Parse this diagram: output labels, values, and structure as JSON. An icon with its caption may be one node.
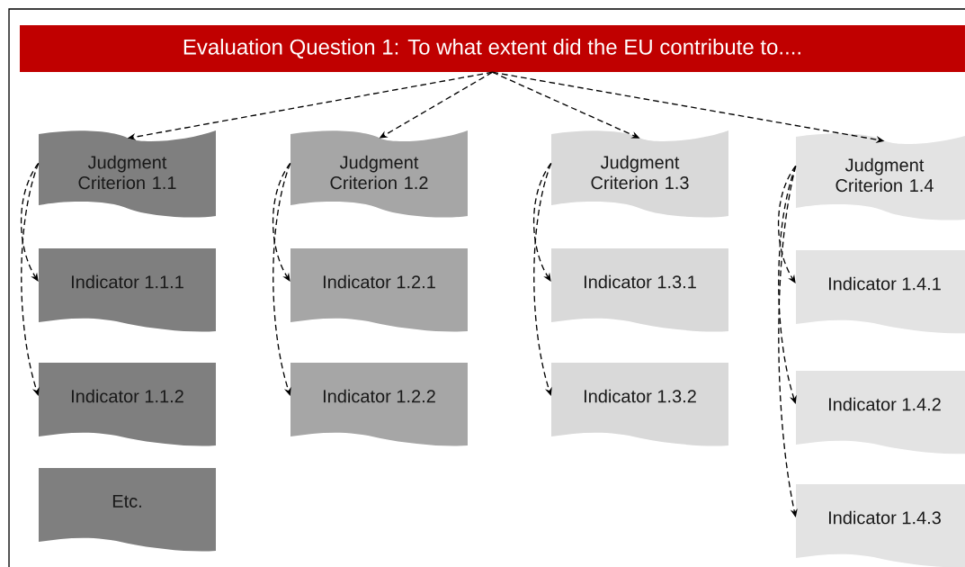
{
  "diagram": {
    "nodes": [
      {
        "text": [
          "Evaluation Question 1: To what extent did the EU contribute to...."
        ]
      },
      {
        "text": [
          "Judgment Criterion 1.1"
        ]
      },
      {
        "text": [
          "Indicator 1.1.1"
        ]
      },
      {
        "text": [
          "Indicator 1.1.2"
        ]
      },
      {
        "text": [
          "Etc."
        ]
      },
      {
        "text": [
          "Judgment Criterion 1.2"
        ]
      },
      {
        "text": [
          "Indicator 1.2.1"
        ]
      },
      {
        "text": [
          "Indicator 1.2.2"
        ]
      },
      {
        "text": [
          "Judgment Criterion 1.3"
        ]
      },
      {
        "text": [
          "Indicator 1.3.1"
        ]
      },
      {
        "text": [
          "Indicator 1.3.2"
        ]
      },
      {
        "text": [
          "Judgment Criterion 1.4"
        ]
      },
      {
        "text": [
          "Indicator 1.4.1"
        ]
      },
      {
        "text": [
          "Indicator 1.4.2"
        ]
      },
      {
        "text": [
          "Indicator 1.4.3"
        ]
      }
    ],
    "edges": [
      {
        "from": 0,
        "to": 1,
        "arrow": "to",
        "style": "dashed"
      },
      {
        "from": 0,
        "to": 5,
        "arrow": "to",
        "style": "dashed"
      },
      {
        "from": 0,
        "to": 8,
        "arrow": "to",
        "style": "dashed"
      },
      {
        "from": 0,
        "to": 11,
        "arrow": "to",
        "style": "dashed"
      },
      {
        "from": 1,
        "to": 2,
        "arrow": "to",
        "style": "dashed"
      },
      {
        "from": 1,
        "to": 3,
        "arrow": "to",
        "style": "dashed"
      },
      {
        "from": 5,
        "to": 6,
        "arrow": "to",
        "style": "dashed"
      },
      {
        "from": 5,
        "to": 7,
        "arrow": "to",
        "style": "dashed"
      },
      {
        "from": 8,
        "to": 9,
        "arrow": "to",
        "style": "dashed"
      },
      {
        "from": 8,
        "to": 10,
        "arrow": "to",
        "style": "dashed"
      },
      {
        "from": 11,
        "to": 12,
        "arrow": "to",
        "style": "dashed"
      },
      {
        "from": 11,
        "to": 13,
        "arrow": "to",
        "style": "dashed"
      },
      {
        "from": 11,
        "to": 14,
        "arrow": "to",
        "style": "dashed"
      }
    ]
  }
}
